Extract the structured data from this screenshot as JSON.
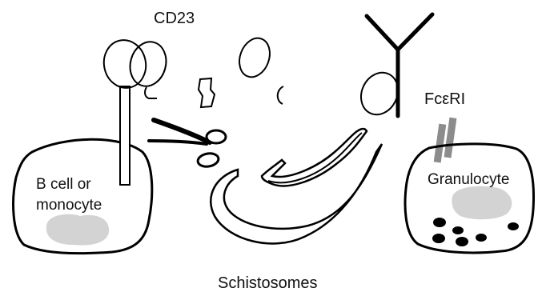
{
  "labels": {
    "cd23": "CD23",
    "fceri": "FcεRI",
    "b_cell_line1": "B cell or",
    "b_cell_line2": "monocyte",
    "granulocyte": "Granulocyte",
    "schistosomes": "Schistosomes"
  },
  "colors": {
    "line": "#000000",
    "nucleus": "#d3d3d3",
    "receptor": "#8c8c8c",
    "granule": "#000000",
    "background": "#ffffff"
  },
  "icons": [
    "scissors-icon",
    "antibody-icon"
  ]
}
